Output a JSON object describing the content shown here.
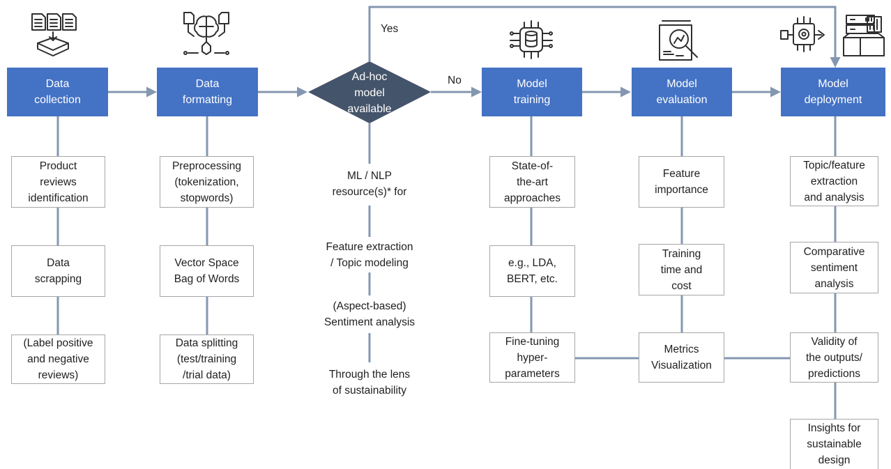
{
  "stages": {
    "collection": "Data\ncollection",
    "formatting": "Data\nformatting",
    "decision": "Ad-hoc\nmodel\navailable",
    "training": "Model\ntraining",
    "evaluation": "Model\nevaluation",
    "deployment": "Model\ndeployment"
  },
  "edges": {
    "yes": "Yes",
    "no": "No"
  },
  "collection_steps": [
    "Product\nreviews\nidentification",
    "Data\nscrapping",
    "(Label positive\nand negative\nreviews)"
  ],
  "formatting_steps": [
    "Preprocessing\n(tokenization,\nstopwords)",
    "Vector Space\nBag of Words",
    "Data splitting\n(test/training\n/trial data)"
  ],
  "resources": [
    "ML / NLP\nresource(s)* for",
    "Feature extraction\n/ Topic modeling",
    "(Aspect-based)\nSentiment analysis",
    "Through the lens\nof sustainability"
  ],
  "training_steps": [
    "State-of-\nthe-art\napproaches",
    "e.g., LDA,\nBERT, etc.",
    "Fine-tuning\nhyper-\nparameters"
  ],
  "evaluation_steps": [
    "Feature\nimportance",
    "Training\ntime and\ncost",
    "Metrics\nVisualization"
  ],
  "deployment_steps": [
    "Topic/feature\nextraction\nand analysis",
    "Comparative\nsentiment\nanalysis",
    "Validity of\nthe outputs/\npredictions",
    "Insights for\nsustainable\ndesign"
  ],
  "colors": {
    "stage": "#4472c4",
    "decision": "#44546a",
    "connector": "#8497b0",
    "box_border": "#a6a6a6"
  },
  "icons": [
    "documents-to-tray-icon",
    "brain-network-icon",
    "database-chip-icon",
    "chart-magnifier-icon",
    "chip-gear-icon",
    "server-box-icon"
  ]
}
